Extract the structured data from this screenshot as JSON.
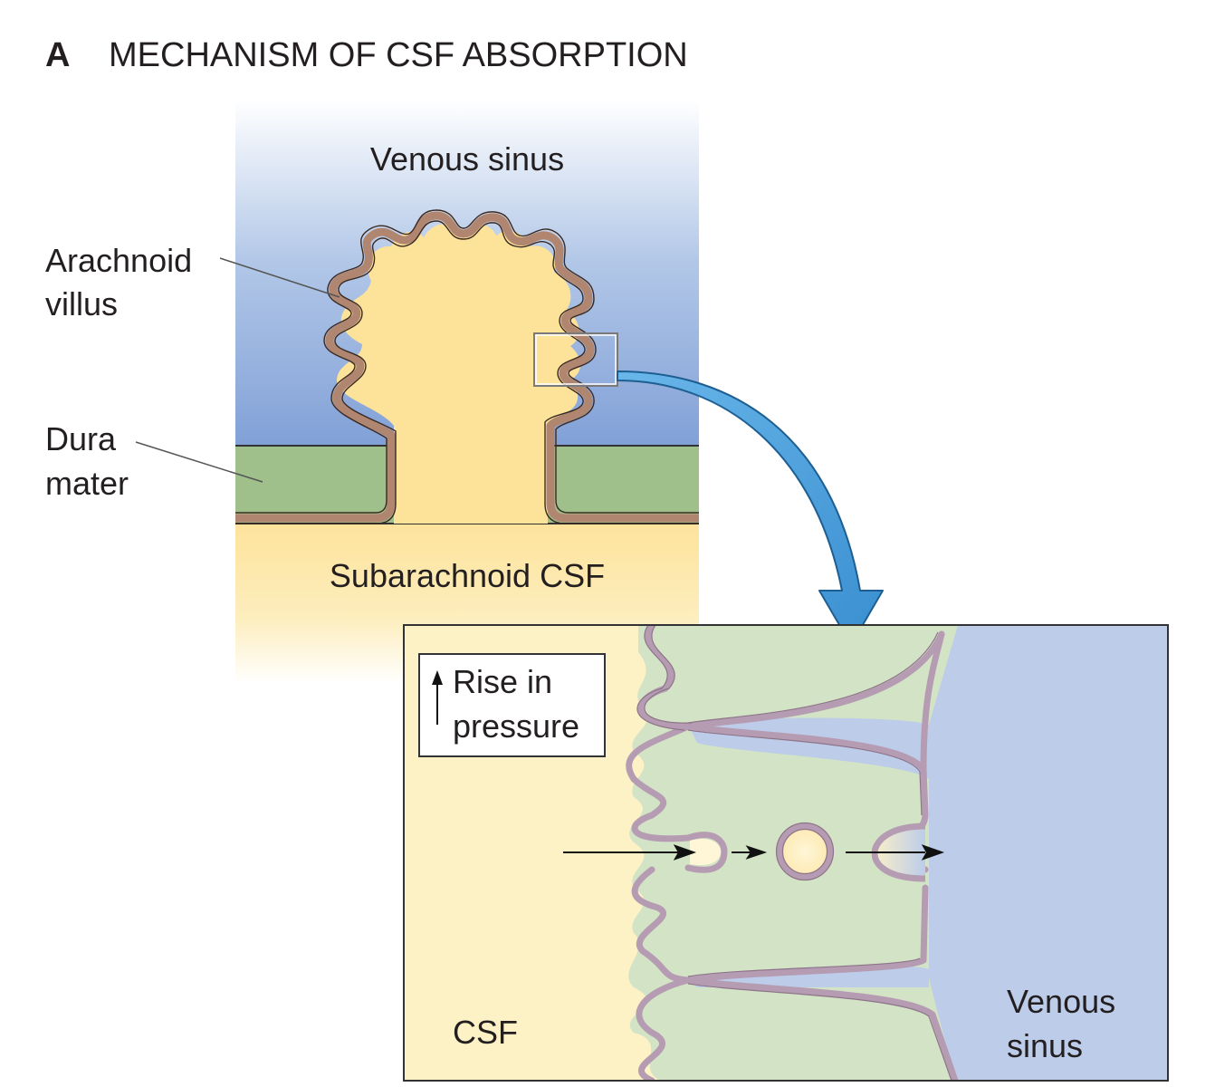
{
  "figure": {
    "panel_letter": "A",
    "title": "MECHANISM OF CSF ABSORPTION"
  },
  "overview": {
    "venous_sinus": "Venous sinus",
    "arachnoid_villus_line1": "Arachnoid",
    "arachnoid_villus_line2": "villus",
    "dura_mater_line1": "Dura",
    "dura_mater_line2": "mater",
    "subarachnoid_csf": "Subarachnoid CSF"
  },
  "inset": {
    "rise_line1": "Rise in",
    "rise_line2": "pressure",
    "csf": "CSF",
    "venous_sinus_line1": "Venous",
    "venous_sinus_line2": "sinus"
  },
  "colors": {
    "venous_blue": "#7f9fd6",
    "csf_yellow": "#fde29a",
    "dura_green": "#9fc08a",
    "villus_membrane": "#b08670",
    "arrow_blue": "#4a9fdb",
    "inset_csf": "#fdf1c6",
    "inset_tissue": "#d3e3c6",
    "inset_sinus": "#bccce9",
    "inset_membrane": "#b59cb2"
  }
}
